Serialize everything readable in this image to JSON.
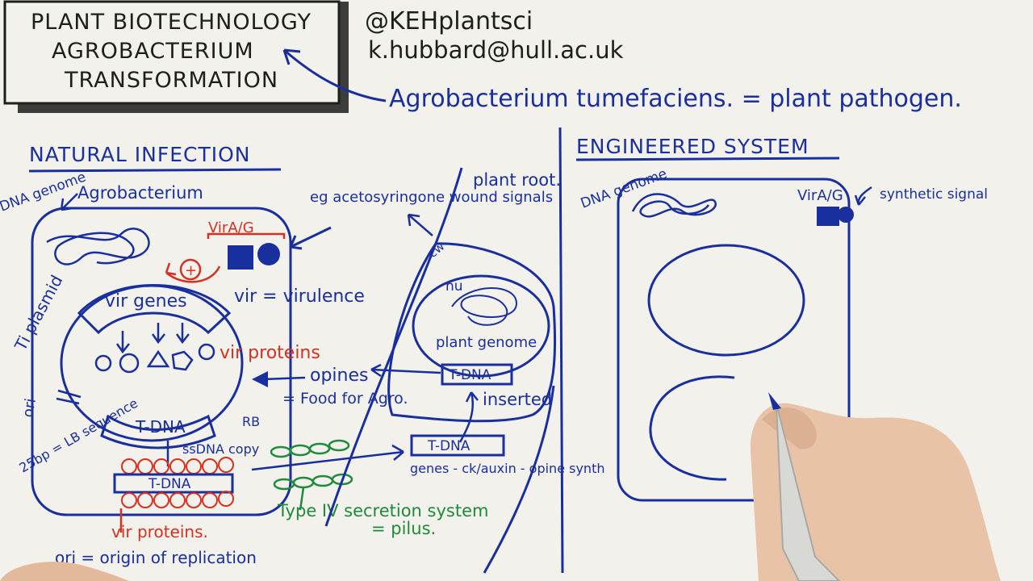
{
  "title_box": {
    "line1": "PLANT BIOTECHNOLOGY",
    "line2": "AGROBACTERIUM",
    "line3": "TRANSFORMATION"
  },
  "contact": {
    "handle": "@KEHplantsci",
    "email": "k.hubbard@hull.ac.uk"
  },
  "definition": "Agrobacterium tumefaciens. = plant pathogen.",
  "natural": {
    "heading": "NATURAL INFECTION",
    "dna_genome": "DNA genome",
    "agrobacterium": "Agrobacterium",
    "vira_g": "VirA/G",
    "plus": "+",
    "ti_plasmid": "Ti plasmid",
    "vir_genes": "vir genes",
    "vir_proteins": "vir proteins",
    "vir_virulence": "vir = virulence",
    "ori": "ori",
    "tdna_plasmid": "T-DNA",
    "rb": "RB",
    "lb": "25bp = LB sequence",
    "ssdna": "ssDNA copy",
    "tdna_strand": "T-DNA",
    "vir_proteins_bottom": "vir proteins.",
    "ori_def": "ori = origin of replication",
    "wound_signals": "eg acetosyringone wound signals",
    "plant_root": "plant root.",
    "cw": "cw",
    "nu": "nu",
    "plant_genome": "plant genome",
    "tdna_inserted_box": "T-DNA",
    "inserted": "inserted",
    "opines": "opines",
    "food": "= Food for Agro.",
    "tdna_transfer": "T-DNA",
    "genes_text": "genes - ck/auxin - opine synth",
    "type4": "Type IV secretion system",
    "pilus": "= pilus."
  },
  "engineered": {
    "heading": "ENGINEERED SYSTEM",
    "dna_genome": "DNA genome",
    "vira_g": "VirA/G",
    "synthetic_signal": "synthetic signal"
  },
  "colors": {
    "ink_blue": "#1a2f9e",
    "ink_red": "#d8301f",
    "ink_green": "#1f8a3a",
    "paper": "#f2f1ec"
  }
}
